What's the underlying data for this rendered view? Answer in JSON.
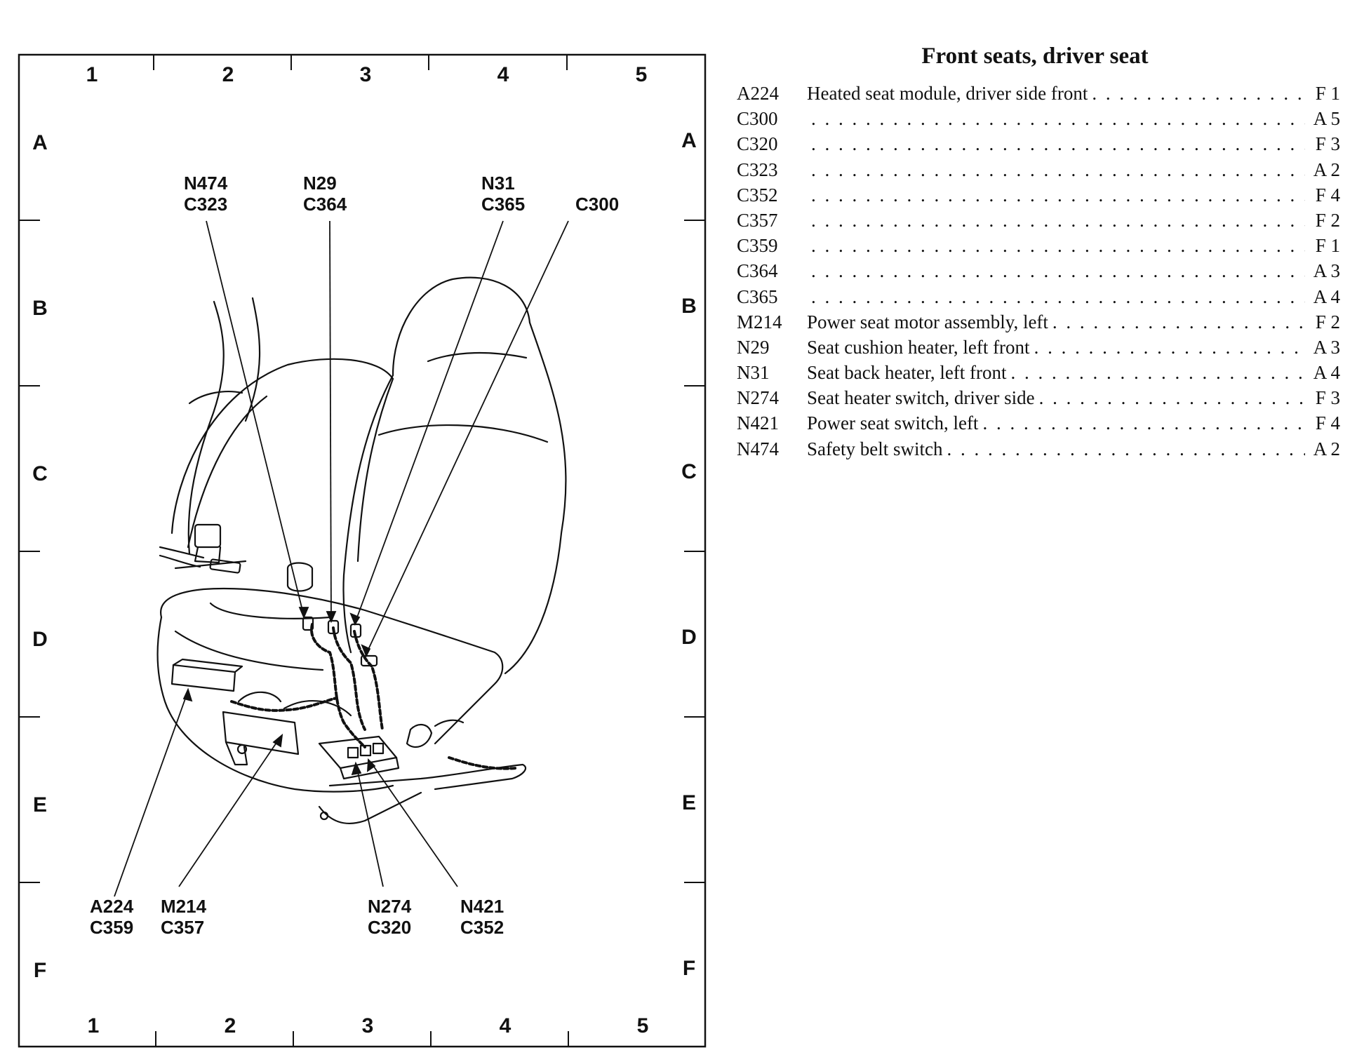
{
  "grid": {
    "columns": [
      "1",
      "2",
      "3",
      "4",
      "5"
    ],
    "rows": [
      "A",
      "B",
      "C",
      "D",
      "E",
      "F"
    ]
  },
  "callouts": [
    {
      "id": "n474-c323",
      "lines": [
        "N474",
        "C323"
      ]
    },
    {
      "id": "n29-c364",
      "lines": [
        "N29",
        "C364"
      ]
    },
    {
      "id": "n31-c365",
      "lines": [
        "N31",
        "C365"
      ]
    },
    {
      "id": "c300",
      "lines": [
        "C300"
      ]
    },
    {
      "id": "a224-c359",
      "lines": [
        "A224",
        "C359"
      ]
    },
    {
      "id": "m214-c357",
      "lines": [
        "M214",
        "C357"
      ]
    },
    {
      "id": "n274-c320",
      "lines": [
        "N274",
        "C320"
      ]
    },
    {
      "id": "n421-c352",
      "lines": [
        "N421",
        "C352"
      ]
    }
  ],
  "legend": {
    "title": "Front seats, driver seat",
    "items": [
      {
        "code": "A224",
        "description": "Heated seat module, driver side front",
        "location": "F 1"
      },
      {
        "code": "C300",
        "description": "",
        "location": "A 5"
      },
      {
        "code": "C320",
        "description": "",
        "location": "F 3"
      },
      {
        "code": "C323",
        "description": "",
        "location": "A 2"
      },
      {
        "code": "C352",
        "description": "",
        "location": "F 4"
      },
      {
        "code": "C357",
        "description": "",
        "location": "F 2"
      },
      {
        "code": "C359",
        "description": "",
        "location": "F 1"
      },
      {
        "code": "C364",
        "description": "",
        "location": "A 3"
      },
      {
        "code": "C365",
        "description": "",
        "location": "A 4"
      },
      {
        "code": "M214",
        "description": "Power seat motor assembly, left",
        "location": "F 2"
      },
      {
        "code": "N29",
        "description": "Seat cushion heater, left front",
        "location": "A 3"
      },
      {
        "code": "N31",
        "description": "Seat back heater, left front",
        "location": "A 4"
      },
      {
        "code": "N274",
        "description": "Seat heater switch, driver side",
        "location": "F 3"
      },
      {
        "code": "N421",
        "description": "Power seat switch, left",
        "location": "F 4"
      },
      {
        "code": "N474",
        "description": "Safety belt switch",
        "location": "A 2"
      }
    ]
  }
}
